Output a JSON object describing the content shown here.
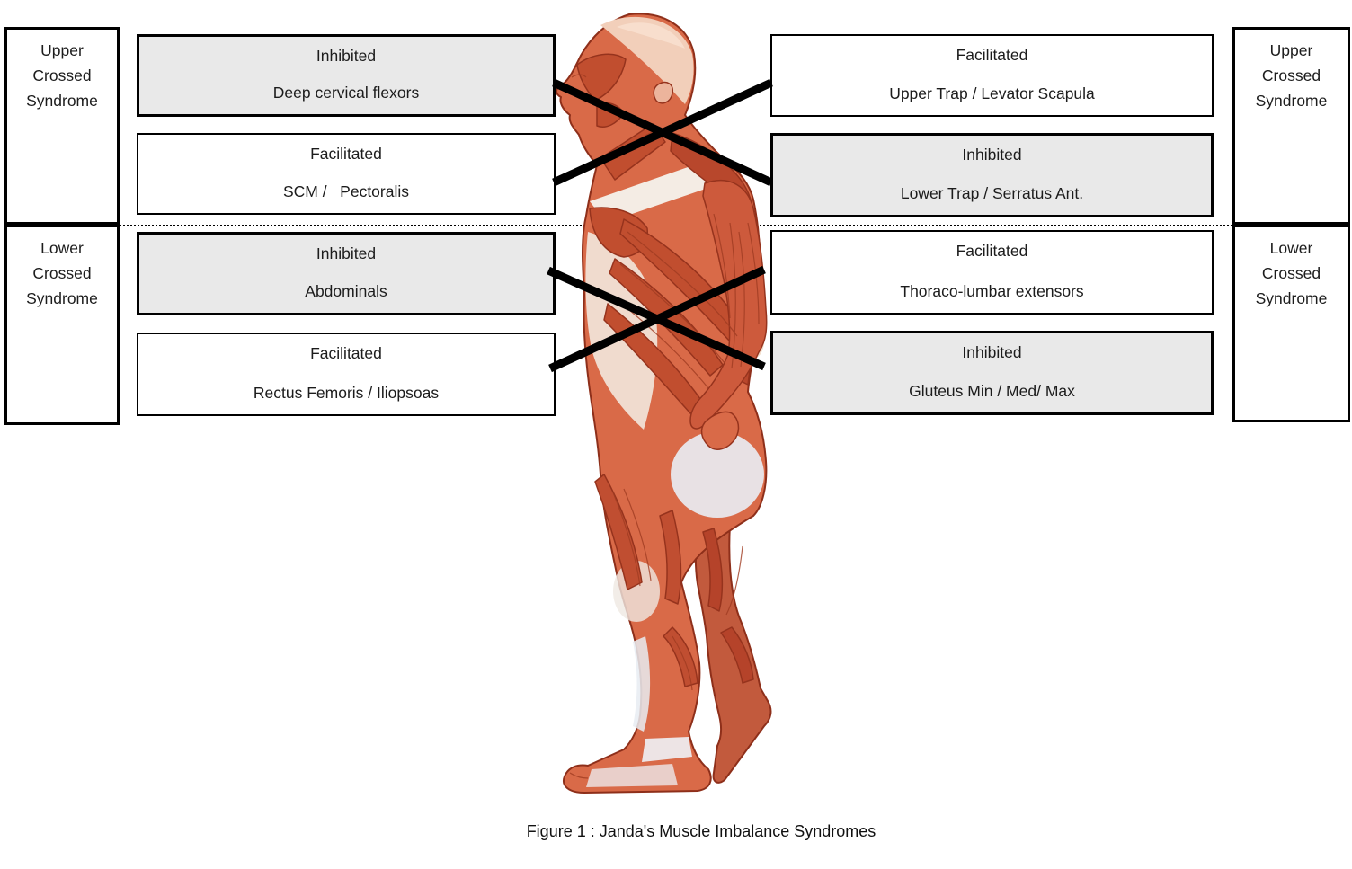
{
  "side_labels": {
    "left_upper": "Upper\nCrossed\nSyndrome",
    "left_lower": "Lower\nCrossed\nSyndrome",
    "right_upper": "Upper\nCrossed\nSyndrome",
    "right_lower": "Lower\nCrossed\nSyndrome"
  },
  "boxes": {
    "left": [
      {
        "status": "Inhibited",
        "muscles": "Deep cervical flexors",
        "shaded": true
      },
      {
        "status": "Facilitated",
        "muscles": "SCM /   Pectoralis",
        "shaded": false
      },
      {
        "status": "Inhibited",
        "muscles": "Abdominals",
        "shaded": true
      },
      {
        "status": "Facilitated",
        "muscles": "Rectus Femoris / Iliopsoas",
        "shaded": false
      }
    ],
    "right": [
      {
        "status": "Facilitated",
        "muscles": "Upper Trap / Levator Scapula",
        "shaded": false
      },
      {
        "status": "Inhibited",
        "muscles": "Lower Trap / Serratus Ant.",
        "shaded": true
      },
      {
        "status": "Facilitated",
        "muscles": "Thoraco-lumbar extensors",
        "shaded": false
      },
      {
        "status": "Inhibited",
        "muscles": "Gluteus Min / Med/ Max",
        "shaded": true
      }
    ]
  },
  "caption": "Figure 1 : Janda's Muscle Imbalance Syndromes",
  "illustration": {
    "description": "anatomical muscle figure, lateral (side) view"
  },
  "colors": {
    "shaded_box_fill": "#e9e9e9",
    "box_border": "#000000",
    "cross_lines": "#000000",
    "muscle_red": "#c0512f"
  }
}
